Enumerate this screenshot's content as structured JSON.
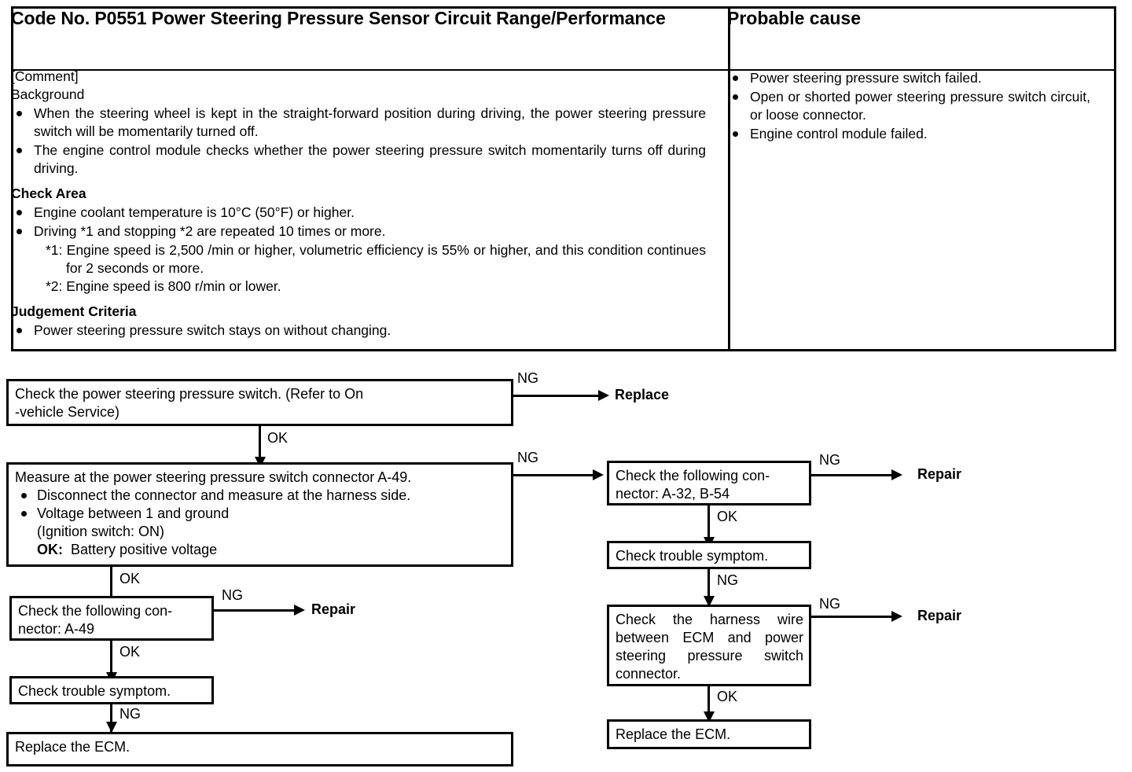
{
  "table": {
    "header_left": "Code No. P0551 Power Steering Pressure Sensor Circuit Range/Performance",
    "header_right": "Probable cause",
    "comment_label": "[Comment]",
    "background_label": "Background",
    "background_bullets": [
      "When the steering wheel is kept in the straight-forward position during driving, the power steering pressure switch will be momentarily turned off.",
      "The engine control module checks whether the power steering pressure switch momentarily turns off during driving."
    ],
    "check_area_label": "Check Area",
    "check_area_bullets": [
      "Engine coolant temperature is 10°C (50°F) or higher.",
      "Driving *1 and stopping *2 are repeated 10 times or more."
    ],
    "check_area_notes": [
      "*1: Engine speed is 2,500 /min or higher, volumetric efficiency is 55% or higher, and this condition continues for 2 seconds or more.",
      "*2: Engine speed is 800 r/min or lower."
    ],
    "judgement_label": "Judgement Criteria",
    "judgement_bullets": [
      "Power steering pressure switch stays on without changing."
    ],
    "probable_causes": [
      "Power steering pressure switch failed.",
      "Open or shorted power steering pressure switch circuit, or loose connector.",
      "Engine control module failed."
    ]
  },
  "flow": {
    "box1": "Check the power steering pressure switch. (Refer to On\n-vehicle Service)",
    "box2_title": "Measure at the power steering pressure switch connector A-49.",
    "box2_bullets": [
      "Disconnect the connector and measure at the harness side.",
      "Voltage between 1 and ground"
    ],
    "box2_sub1": "(Ignition switch: ON)",
    "box2_sub2_bold": "OK:",
    "box2_sub2_rest": "Battery positive voltage",
    "box3": "Check the following con-\nnector: A-49",
    "box4": "Check trouble symptom.",
    "box5": "Replace the ECM.",
    "box6": "Check the following con-\nnector: A-32, B-54",
    "box7": "Check trouble symptom.",
    "box8": "Check the harness wire between ECM and power steering pressure switch connector.",
    "box9": "Replace the ECM.",
    "terminal_replace": "Replace",
    "terminal_repair_1": "Repair",
    "terminal_repair_2": "Repair",
    "terminal_repair_3": "Repair",
    "flags": {
      "ng1": "NG",
      "ok1": "OK",
      "ng2": "NG",
      "ok2": "OK",
      "ng3": "NG",
      "ok3": "OK",
      "ng4": "NG",
      "ng5": "NG",
      "ok5": "OK",
      "ng6": "NG",
      "ng7": "NG",
      "ok7": "OK"
    }
  }
}
